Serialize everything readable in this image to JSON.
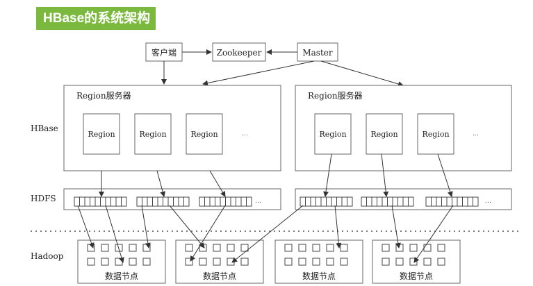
{
  "title": "HBase的系统架构",
  "top": {
    "client": "客户端",
    "zookeeper": "Zookeeper",
    "master": "Master"
  },
  "layers": {
    "hbase": "HBase",
    "hdfs": "HDFS",
    "hadoop": "Hadoop"
  },
  "region_server": {
    "label": "Region服务器",
    "region": "Region",
    "more": "…"
  },
  "hdfs_more": "…",
  "data_node": "数据节点"
}
